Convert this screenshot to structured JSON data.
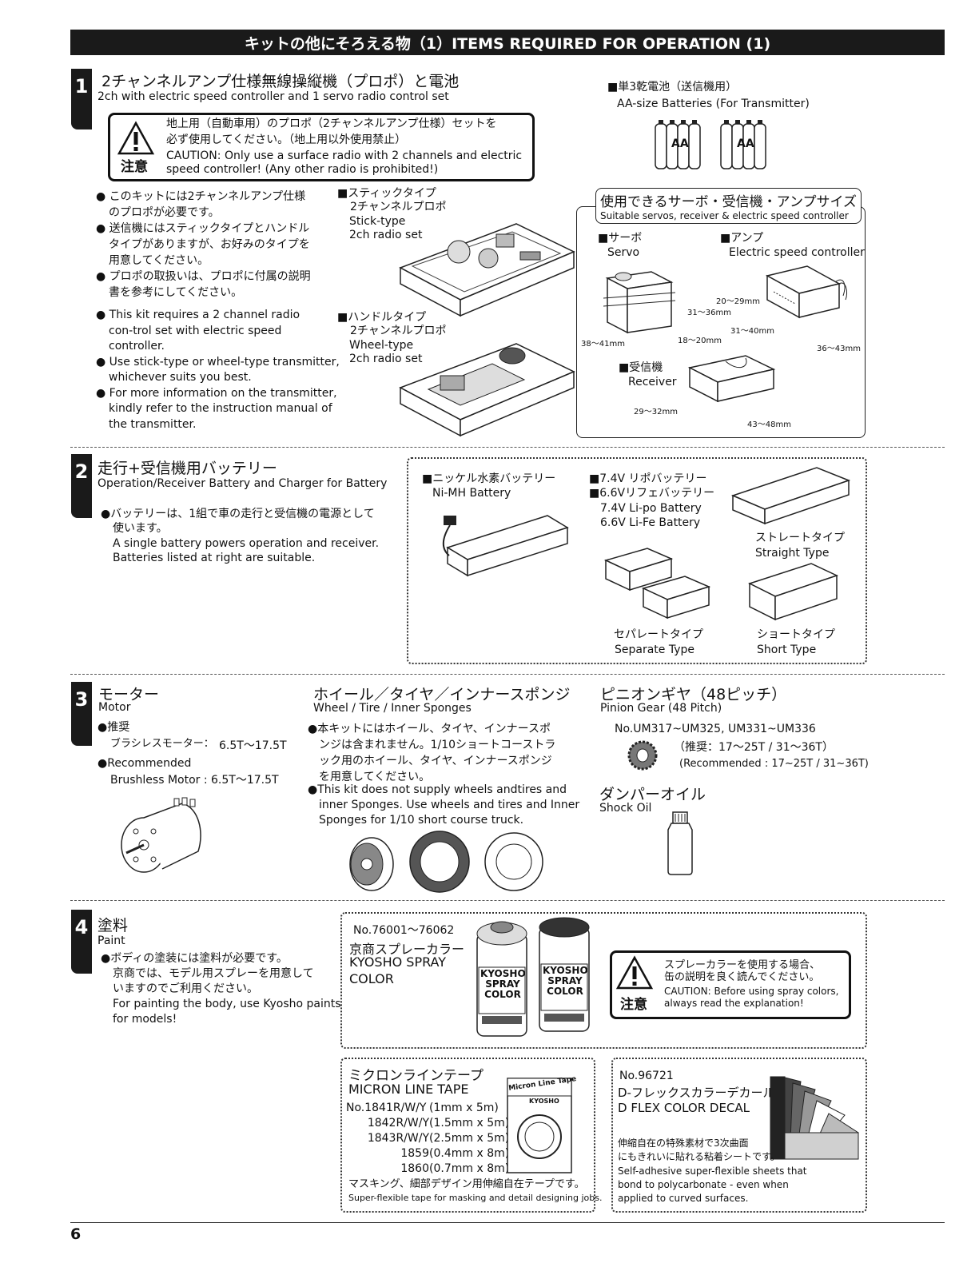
{
  "header": {
    "title": "キットの他にそろえる物（1）ITEMS REQUIRED FOR OPERATION (1)"
  },
  "s1": {
    "num": "1",
    "title_jp": "2チャンネルアンプ仕様無線操縦機（プロポ）と電池",
    "title_en": "2ch with electric speed controller and 1 servo radio control set",
    "caution_label": "注意",
    "caution_jp1": "地上用（自動車用）のプロポ（2チャンネルアンプ仕様）セットを",
    "caution_jp2": "必ず使用してください。（地上用以外使用禁止）",
    "caution_en1": "CAUTION: Only use a surface radio with 2 channels and electric",
    "caution_en2": "speed controller! (Any other radio is prohibited!)",
    "bullets_jp": [
      "このキットには2チャンネルアンプ仕様",
      "のプロポが必要です。",
      "送信機にはスティックタイプとハンドル",
      "タイプがありますが、お好みのタイプを",
      "用意してください。",
      "プロポの取扱いは、プロポに付属の説明",
      "書を参考にしてください。"
    ],
    "bullets_en": [
      "This kit requires a 2 channel radio",
      "con-trol set with electric speed",
      "controller.",
      "Use stick-type or wheel-type transmitter,",
      "whichever suits you best.",
      "For more information on the transmitter,",
      "kindly refer to the instruction manual of",
      "the transmitter."
    ],
    "stick_jp1": "■スティックタイプ",
    "stick_jp2": "2チャンネルプロポ",
    "stick_en1": "Stick-type",
    "stick_en2": "2ch radio set",
    "wheel_jp1": "■ハンドルタイプ",
    "wheel_jp2": "2チャンネルプロポ",
    "wheel_en1": "Wheel-type",
    "wheel_en2": "2ch radio set",
    "batt_jp": "■単3乾電池（送信機用）",
    "batt_en": "AA-size Batteries (For Transmitter)",
    "aa": "AA",
    "suit_jp": "使用できるサーボ・受信機・アンプサイズ",
    "suit_en": "Suitable servos, receiver & electric speed controller",
    "servo_jp": "■サーボ",
    "servo_en": "Servo",
    "amp_jp": "■アンプ",
    "amp_en": "Electric speed controller",
    "rx_jp": "■受信機",
    "rx_en": "Receiver",
    "dims": {
      "servo_w": "38〜41mm",
      "servo_h": "31〜36mm",
      "servo_d": "18〜20mm",
      "amp_h": "20〜29mm",
      "amp_w": "31〜40mm",
      "amp_l": "36〜43mm",
      "rx_w": "29〜32mm",
      "rx_l": "43〜48mm"
    }
  },
  "s2": {
    "num": "2",
    "title_jp": "走行+受信機用バッテリー",
    "title_en": "Operation/Receiver Battery and Charger for Battery",
    "bullet_jp1": "●バッテリーは、1組で車の走行と受信機の電源として",
    "bullet_jp2": "使います。",
    "en1": "A single battery powers operation and receiver.",
    "en2": "Batteries listed at right are suitable.",
    "nimh_jp": "■ニッケル水素バッテリー",
    "nimh_en": "Ni-MH Battery",
    "lipo_jp": "■7.4V リポバッテリー",
    "life_jp": "■6.6Vリフェバッテリー",
    "lipo_en": "7.4V Li-po Battery",
    "life_en": "6.6V Li-Fe Battery",
    "straight_jp": "ストレートタイプ",
    "straight_en": "Straight Type",
    "separate_jp": "セパレートタイプ",
    "separate_en": "Separate Type",
    "short_jp": "ショートタイプ",
    "short_en": "Short Type"
  },
  "s3": {
    "num": "3",
    "motor_jp": "モーター",
    "motor_en": "Motor",
    "rec_jp": "●推奨",
    "brush_jp": "ブラシレスモーター：",
    "brush_jp_val": "6.5T〜17.5T",
    "rec_en": "●Recommended",
    "brush_en": "Brushless Motor : 6.5T〜17.5T",
    "wheel_jp": "ホイール／タイヤ／インナースポンジ",
    "wheel_en": "Wheel / Tire / Inner Sponges",
    "wheel_b_jp": [
      "●本キットにはホイール、タイヤ、インナースポ",
      "ンジは含まれません。1/10ショートコーストラ",
      "ック用のホイール、タイヤ、インナースポンジ",
      "を用意してください。"
    ],
    "wheel_b_en": [
      "●This kit does not supply wheels andtires and",
      "inner Sponges.  Use wheels and tires and Inner",
      "Sponges for 1/10 short course truck."
    ],
    "pinion_jp": "ピニオンギヤ（48ピッチ）",
    "pinion_en": "Pinion Gear (48 Pitch)",
    "pinion_no": "No.UM317~UM325, UM331~UM336",
    "pinion_rec_jp": "（推奨：17〜25T / 31〜36T）",
    "pinion_rec_en": "(Recommended : 17~25T / 31~36T)",
    "oil_jp": "ダンパーオイル",
    "oil_en": "Shock Oil"
  },
  "s4": {
    "num": "4",
    "paint_jp": "塗料",
    "paint_en": "Paint",
    "p_jp": [
      "●ボディの塗装には塗料が必要です。",
      "京商では、モデル用スプレーを用意して",
      "いますのでご利用ください。"
    ],
    "p_en": [
      "For painting the body, use Kyosho paints",
      "for models!"
    ],
    "spray_no": "No.76001〜76062",
    "spray_jp": "京商スプレーカラー",
    "spray_en1": "KYOSHO SPRAY",
    "spray_en2": "COLOR",
    "can_label": "KYOSHO SPRAY COLOR",
    "caution_label": "注意",
    "caution_jp1": "スプレーカラーを使用する場合、",
    "caution_jp2": "缶の説明を良く読んでください。",
    "caution_en1": "CAUTION: Before using spray colors,",
    "caution_en2": "always read the explanation!",
    "tape_jp": "ミクロンラインテープ",
    "tape_en": "MICRON LINE TAPE",
    "tape_list": [
      {
        "no": "No.1841R/W/Y",
        "size": "(1mm x 5m)"
      },
      {
        "no": "1842R/W/Y",
        "size": "(1.5mm x 5m)"
      },
      {
        "no": "1843R/W/Y",
        "size": "(2.5mm x 5m)"
      },
      {
        "no": "1859",
        "size": "(0.4mm x 8m)"
      },
      {
        "no": "1860",
        "size": "(0.7mm x 8m)"
      }
    ],
    "tape_pkg": "Micron Line Tape",
    "tape_brand": "KYOSHO",
    "tape_desc_jp": "マスキング、細部デザイン用伸縮自在テープです。",
    "tape_desc_en": "Super-flexible tape for masking and detail designing jobs.",
    "decal_no": "No.96721",
    "decal_jp": "D-フレックスカラーデカール",
    "decal_en": "D FLEX COLOR DECAL",
    "decal_d_jp1": "伸縮自在の特殊素材で3次曲面",
    "decal_d_jp2": "にもきれいに貼れる粘着シートです。",
    "decal_d_en1": "Self-adhesive super-flexible sheets that",
    "decal_d_en2": "bond to polycarbonate - even when",
    "decal_d_en3": "applied to curved surfaces."
  },
  "footer": {
    "page": "6"
  }
}
